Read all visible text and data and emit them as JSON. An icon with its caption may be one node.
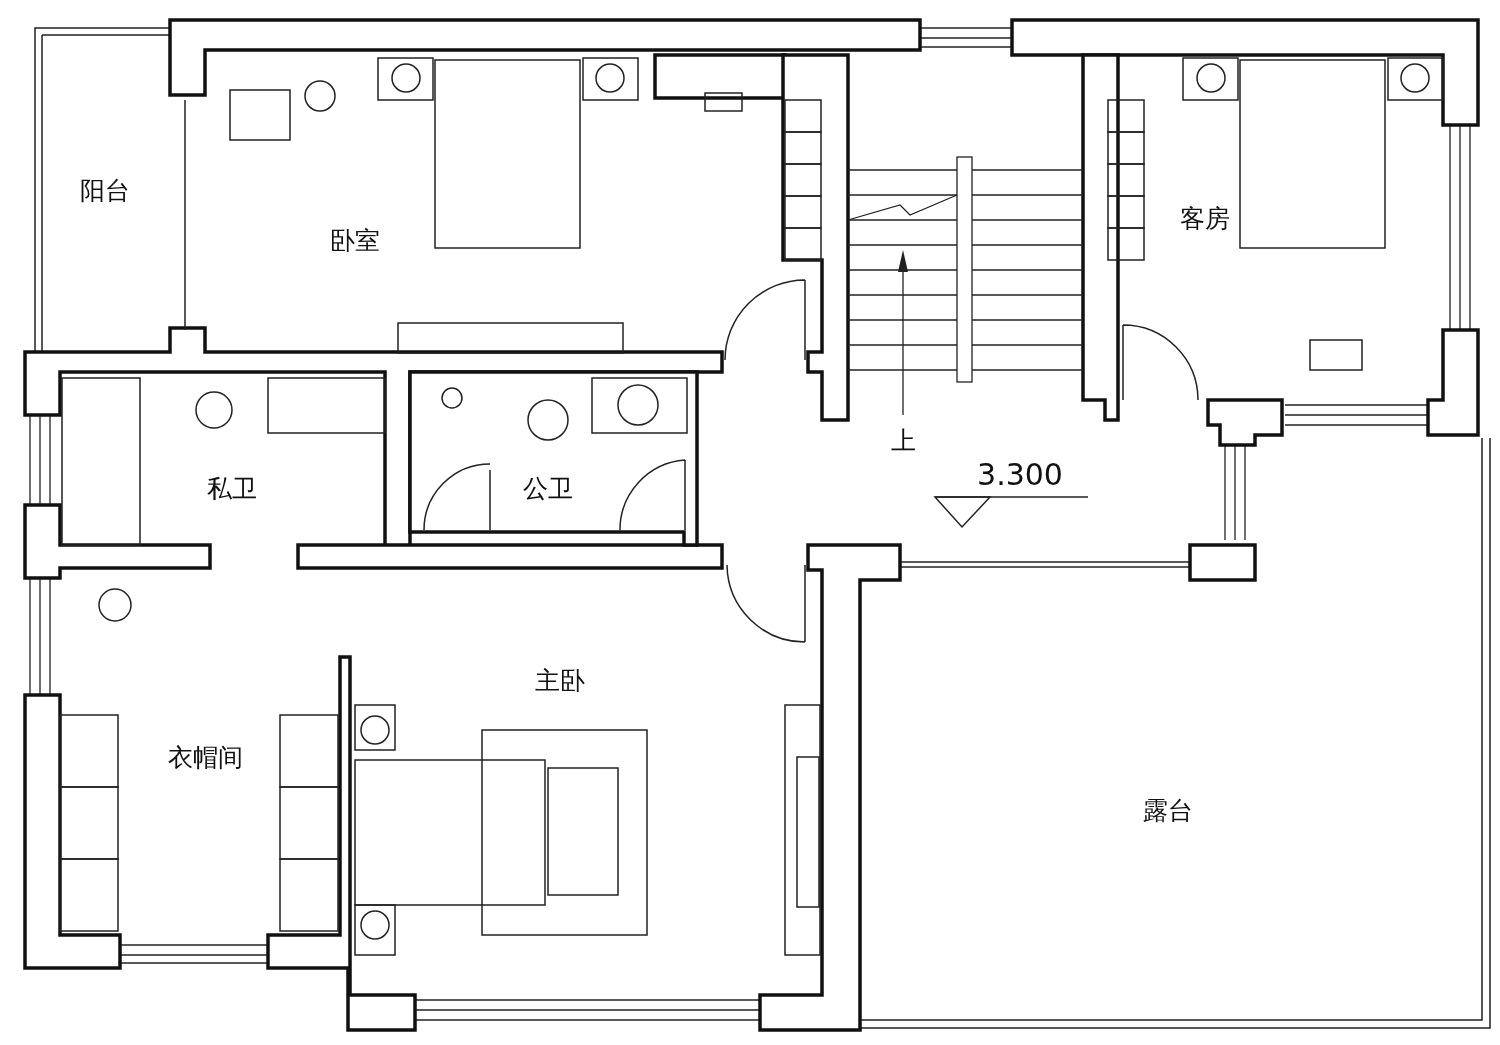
{
  "diagram": {
    "labels": [
      "阳台",
      "卧室",
      "客房",
      "私卫",
      "公卫",
      "上",
      "3.300",
      "主卧",
      "衣帽间",
      "露台"
    ]
  }
}
